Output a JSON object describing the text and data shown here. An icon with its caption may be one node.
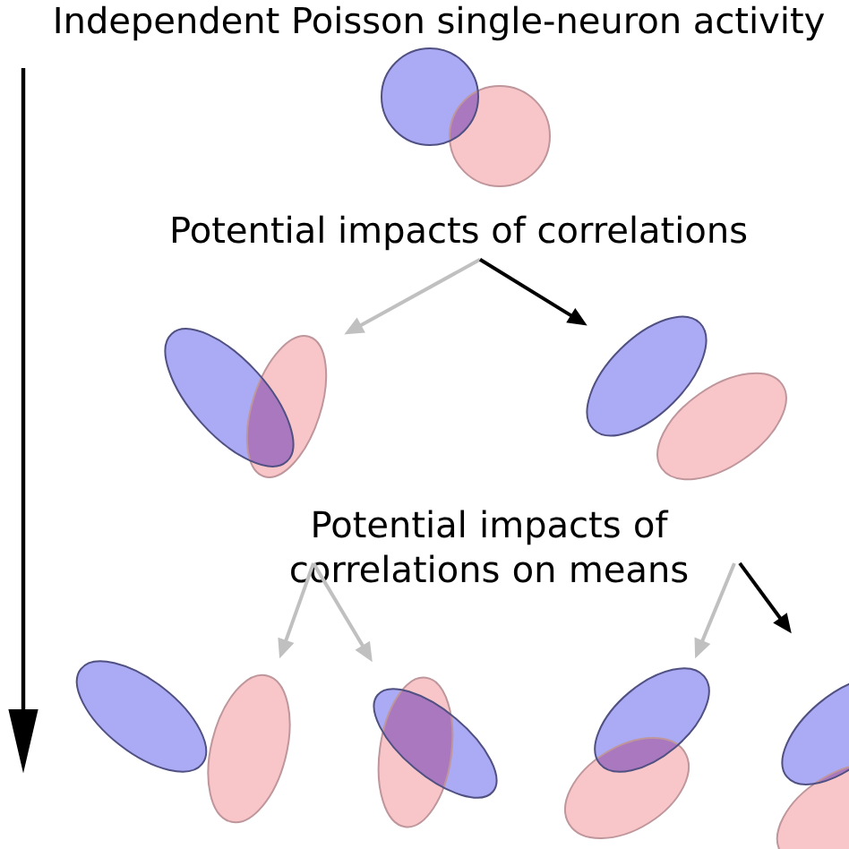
{
  "diagram": {
    "nodes": [
      {
        "text": [
          "Independent Poisson single-neuron activity"
        ]
      },
      {
        "text": [],
        "shape": "circle"
      },
      {
        "text": [
          "Potential impacts of correlations"
        ]
      },
      {
        "text": [],
        "shape": "ellipse"
      },
      {
        "text": [],
        "shape": "ellipse"
      },
      {
        "text": [
          "Potential impacts of correlations on means"
        ]
      },
      {
        "text": [],
        "shape": "ellipse"
      },
      {
        "text": [],
        "shape": "ellipse"
      },
      {
        "text": [],
        "shape": "ellipse"
      },
      {
        "text": [],
        "shape": "ellipse"
      }
    ],
    "edges": [
      {
        "from": 2,
        "to": 3,
        "arrow": "to",
        "color": "#c0c0c0"
      },
      {
        "from": 2,
        "to": 4,
        "arrow": "to",
        "color": "#000000"
      },
      {
        "from": 5,
        "to": 6,
        "arrow": "to",
        "color": "#c0c0c0"
      },
      {
        "from": 5,
        "to": 7,
        "arrow": "to",
        "color": "#c0c0c0"
      },
      {
        "from": 5,
        "to": 8,
        "arrow": "to",
        "color": "#c0c0c0"
      },
      {
        "from": 5,
        "to": 9,
        "arrow": "to",
        "color": "#000000"
      }
    ]
  }
}
